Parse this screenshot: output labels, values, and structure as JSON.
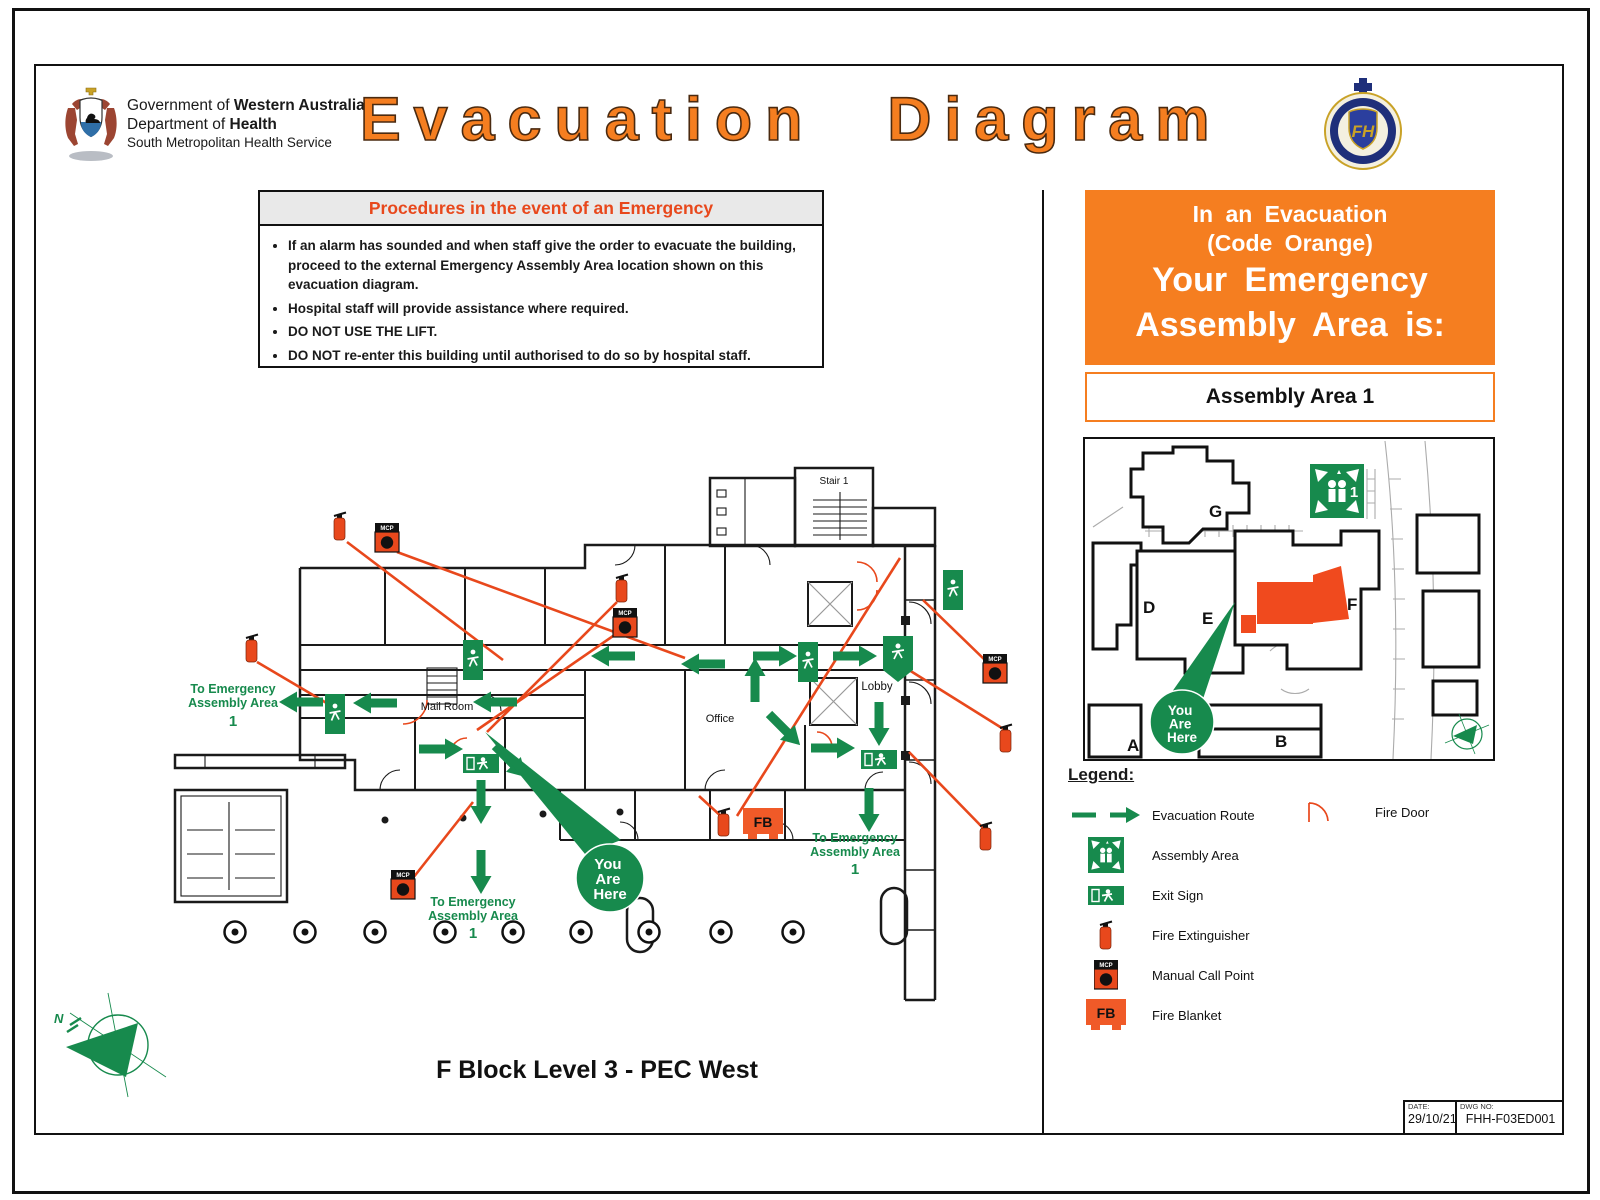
{
  "header": {
    "gov_line1_prefix": "Government of ",
    "gov_line1_bold": "Western Australia",
    "gov_line2_prefix": "Department of ",
    "gov_line2_bold": "Health",
    "gov_line3": "South Metropolitan Health Service",
    "title": "Evacuation Diagram",
    "hospital_crest_monogram": "FH"
  },
  "procedures": {
    "title": "Procedures in the event of an Emergency",
    "bullets": [
      "If an alarm has sounded and when staff give the order to evacuate the building, proceed to the external Emergency Assembly Area location shown on this evacuation diagram.",
      "Hospital staff will provide assistance where required.",
      "DO NOT USE THE LIFT.",
      "DO NOT re-enter this building until authorised to do so by hospital staff."
    ]
  },
  "evacuation_panel": {
    "line1": "In an Evacuation",
    "line2": "(Code Orange)",
    "line3": "Your Emergency",
    "line4": "Assembly Area is:",
    "assembly_area": "Assembly Area 1"
  },
  "site_map": {
    "building_labels": [
      "A",
      "B",
      "D",
      "E",
      "F",
      "G"
    ],
    "assembly_number": "1"
  },
  "you_are_here": [
    "You",
    "Are",
    "Here"
  ],
  "legend": {
    "title": "Legend:",
    "items": [
      {
        "icon": "evacuation-route-icon",
        "label": "Evacuation Route"
      },
      {
        "icon": "fire-door-icon",
        "label": "Fire Door"
      },
      {
        "icon": "assembly-area-icon",
        "label": "Assembly Area"
      },
      {
        "icon": "exit-sign-icon",
        "label": "Exit Sign"
      },
      {
        "icon": "fire-extinguisher-icon",
        "label": "Fire Extinguisher"
      },
      {
        "icon": "manual-call-point-icon",
        "label": "Manual Call Point"
      },
      {
        "icon": "fire-blanket-icon",
        "label": "Fire Blanket"
      }
    ]
  },
  "floor_plan": {
    "caption": "F Block Level 3 - PEC West",
    "rooms": {
      "stair": "Stair 1",
      "mail_room": "Mail Room",
      "office": "Office",
      "lobby": "Lobby"
    },
    "route_line1": "To Emergency",
    "route_line2": "Assembly Area",
    "route_number": "1",
    "fire_blanket_label": "FB",
    "mcp_label": "MCP",
    "compass_north": "N"
  },
  "title_block": {
    "date_label": "DATE:",
    "date_value": "29/10/21",
    "dwg_label": "DWG NO:",
    "dwg_value": "FHH-F03ED001"
  },
  "colors": {
    "brand_orange": "#F57E20",
    "signal_orange_red": "#E8481C",
    "safety_green": "#178A4D"
  }
}
